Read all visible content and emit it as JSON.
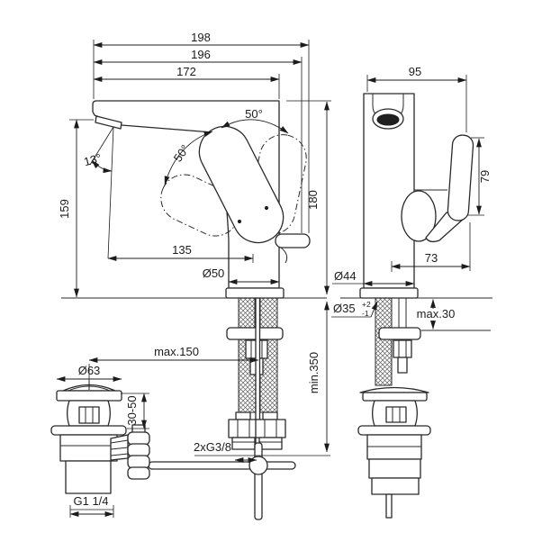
{
  "drawing": {
    "type": "faucet-installation-dimension-drawing",
    "colors": {
      "line": "#2a2a2a",
      "dim_line": "#1c1c1c",
      "background": "#ffffff",
      "aerator_fill": "#1f1f1f"
    },
    "front_view": {
      "overall_width_top": "198",
      "width_to_lever": "196",
      "width_to_body": "172",
      "handle_swing_top": "50°",
      "handle_swing_left": "50°",
      "spray_angle": "13°",
      "spout_height": "159",
      "spout_reach": "135",
      "body_diameter": "Ø50",
      "total_height": "180",
      "rod_reach_max": "max.150",
      "waste_flange_diameter": "Ø63",
      "deck_clamp_range": "30-50",
      "supply_thread": "2xG3/8",
      "waste_thread": "G1 1/4",
      "hose_length_min": "min.350"
    },
    "side_view": {
      "depth": "95",
      "handle_height": "79",
      "handle_reach": "73",
      "base_diameter": "Ø44",
      "hole_diameter": "Ø35",
      "hole_tol_plus": "+2",
      "hole_tol_minus": "-1",
      "deck_thickness_max": "max.30"
    }
  }
}
